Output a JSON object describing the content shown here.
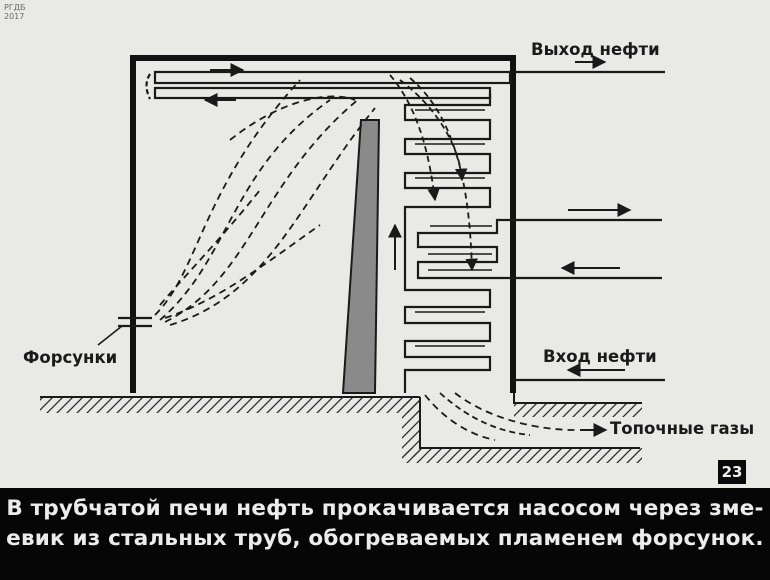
{
  "watermark": [
    "РГДБ",
    "2017"
  ],
  "labels": {
    "oil_out": "Выход нефти",
    "oil_in": "Вход нефти",
    "burners": "Форсунки",
    "flue_gases": "Топочные газы"
  },
  "frame_number": "23",
  "caption": "В трубчатой печи нефть прокачивается насосом через зме-\nевик из стальных труб, обогреваемых пламенем форсунок.",
  "colors": {
    "background": "#e9e9e5",
    "ink": "#1a1a1a",
    "divider_wall": "#8a8a8a",
    "caption_bar": "#060606",
    "caption_text": "#ececec"
  }
}
